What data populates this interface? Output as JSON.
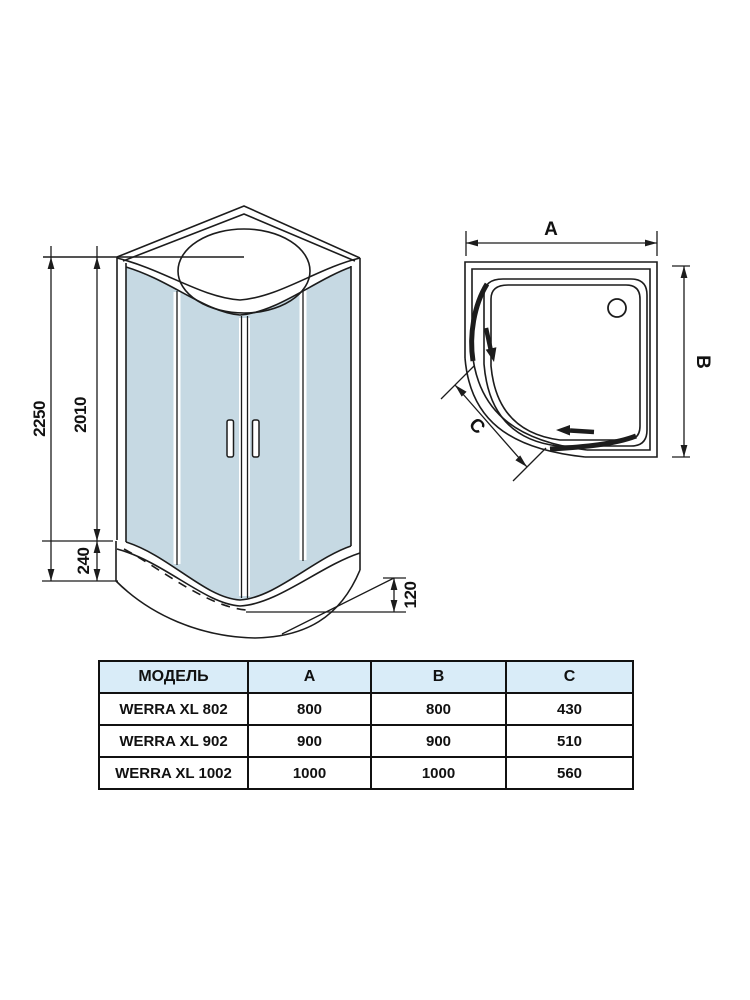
{
  "front_view": {
    "height_total": "2250",
    "height_door": "2010",
    "height_tray": "240",
    "tray_depth": "120"
  },
  "top_view": {
    "width_label": "A",
    "depth_label": "B",
    "front_label": "C"
  },
  "table": {
    "headers": {
      "model": "МОДЕЛЬ",
      "a": "A",
      "b": "B",
      "c": "C"
    },
    "rows": [
      {
        "model": "WERRA XL 802",
        "a": "800",
        "b": "800",
        "c": "430"
      },
      {
        "model": "WERRA XL 902",
        "a": "900",
        "b": "900",
        "c": "510"
      },
      {
        "model": "WERRA XL 1002",
        "a": "1000",
        "b": "1000",
        "c": "560"
      }
    ]
  },
  "colors": {
    "glass": "#c6d9e3",
    "table_header_bg": "#d9ecf8",
    "line": "#1c1c1c"
  }
}
